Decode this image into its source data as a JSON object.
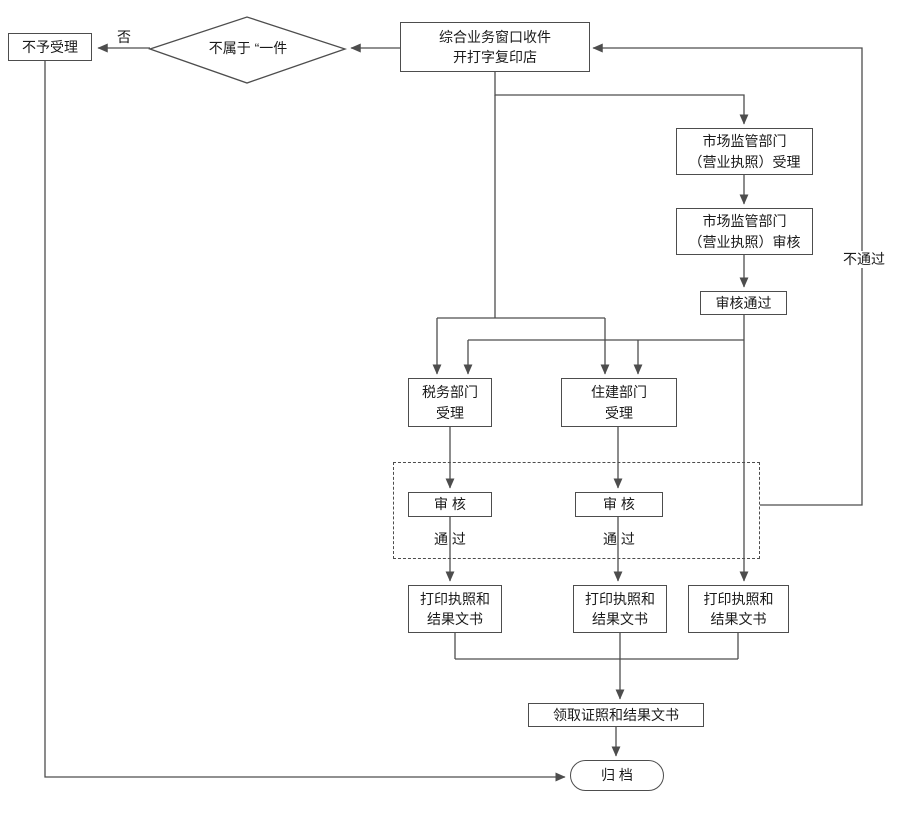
{
  "diagram": {
    "type": "flowchart",
    "nodes": {
      "reject": {
        "label": "不予受理"
      },
      "decision": {
        "label": "不属于 “一件"
      },
      "start": {
        "line1": "综合业务窗口收件",
        "line2": "开打字复印店"
      },
      "market_accept": {
        "line1": "市场监管部门",
        "line2": "（营业执照）受理"
      },
      "market_review": {
        "line1": "市场监管部门",
        "line2": "（营业执照）审核"
      },
      "review_pass": {
        "label": "审核通过"
      },
      "tax_accept": {
        "line1": "税务部门",
        "line2": "受理"
      },
      "housing_accept": {
        "line1": "住建部门",
        "line2": "受理"
      },
      "review1": {
        "label": "审  核"
      },
      "pass1": {
        "label": "通  过"
      },
      "review2": {
        "label": "审  核"
      },
      "pass2": {
        "label": "通  过"
      },
      "print1": {
        "line1": "打印执照和",
        "line2": "结果文书"
      },
      "print2": {
        "line1": "打印执照和",
        "line2": "结果文书"
      },
      "print3": {
        "line1": "打印执照和",
        "line2": "结果文书"
      },
      "receive": {
        "label": "领取证照和结果文书"
      },
      "archive": {
        "label": "归  档"
      }
    },
    "edge_labels": {
      "no": "否",
      "fail": "不通过"
    },
    "colors": {
      "line": "#4d4d4d",
      "border": "#4d4d4d",
      "background": "#ffffff",
      "text": "#1a1a1a"
    }
  }
}
